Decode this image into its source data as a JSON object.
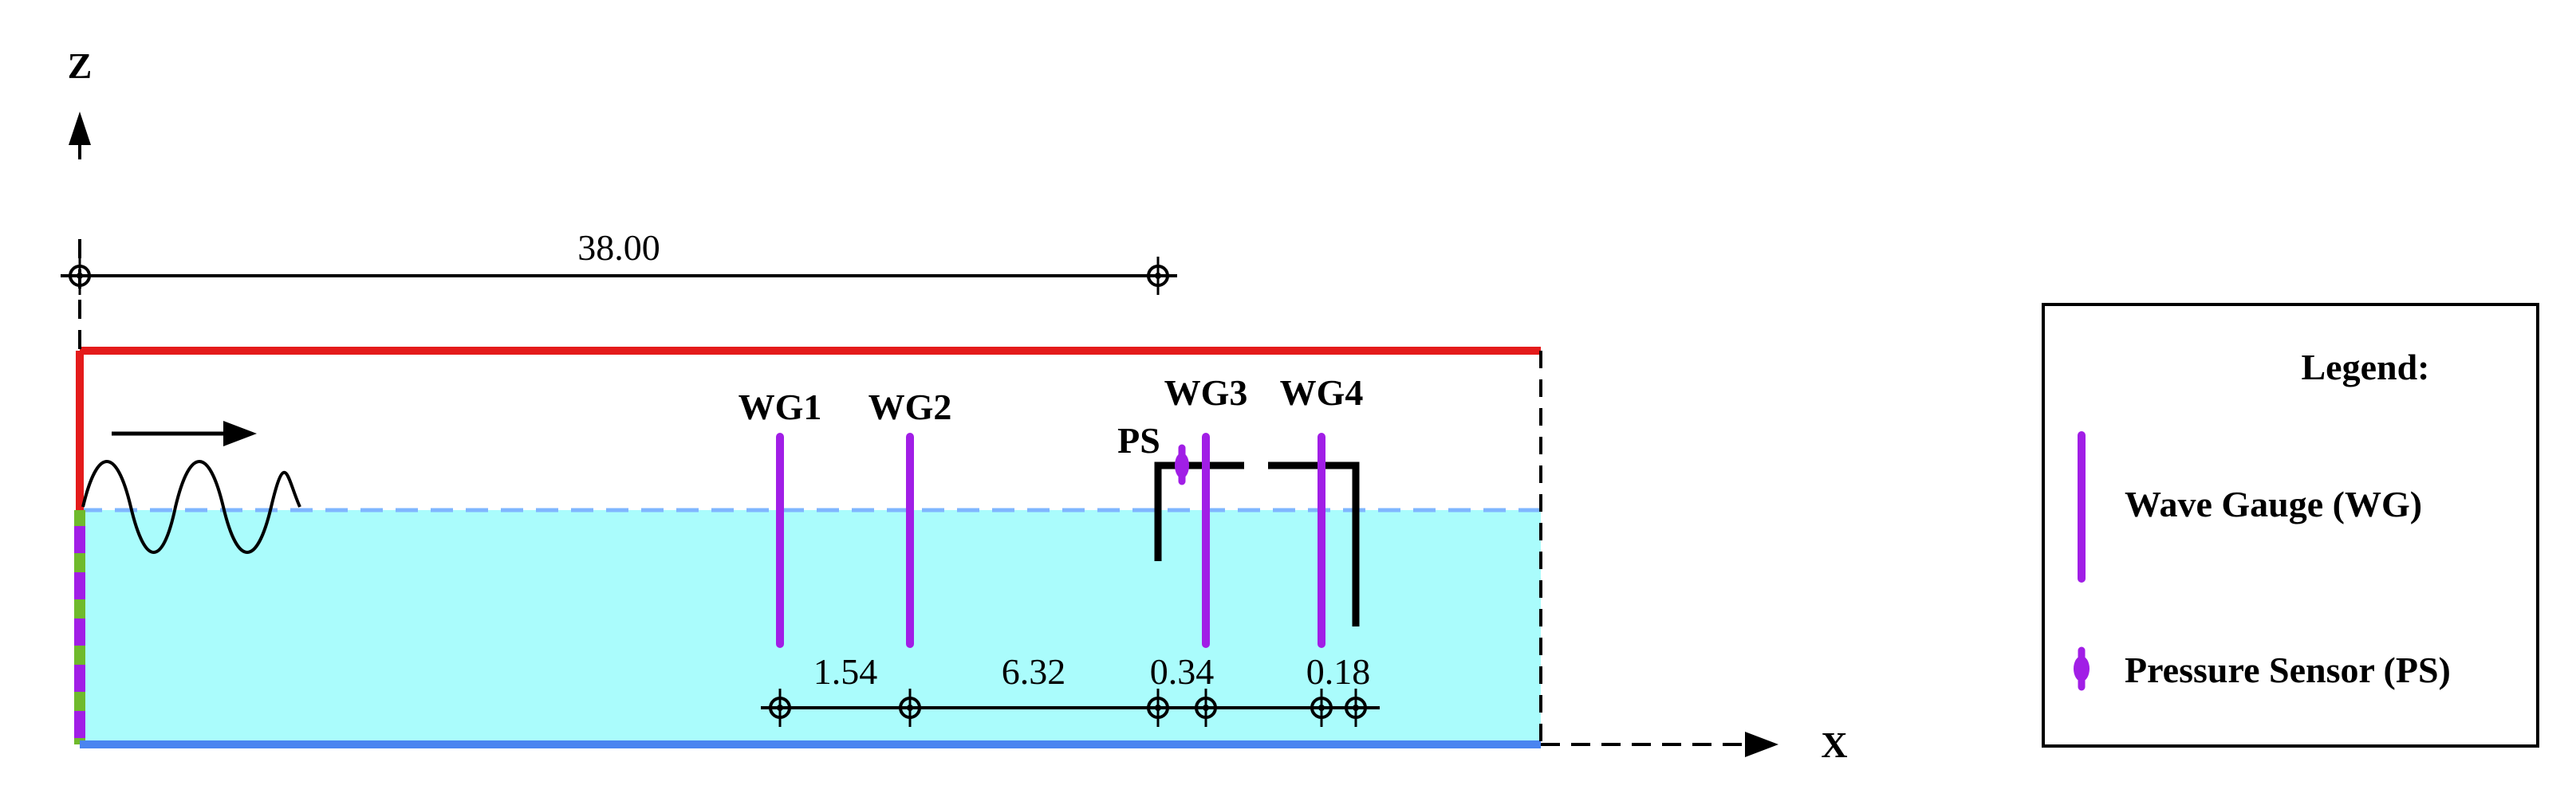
{
  "axes": {
    "x_label": "X",
    "z_label": "Z"
  },
  "top_dimension": "38.00",
  "gauges": [
    {
      "id": "wg1",
      "label": "WG1"
    },
    {
      "id": "wg2",
      "label": "WG2"
    },
    {
      "id": "wg3",
      "label": "WG3"
    },
    {
      "id": "wg4",
      "label": "WG4"
    }
  ],
  "pressure_sensor_label": "PS",
  "bottom_dimensions": [
    "1.54",
    "6.32",
    "0.34",
    "0.18"
  ],
  "legend": {
    "title": "Legend:",
    "items": [
      {
        "label": "Wave Gauge (WG)",
        "icon": "wave-gauge-icon"
      },
      {
        "label": "Pressure Sensor (PS)",
        "icon": "pressure-sensor-icon"
      }
    ]
  },
  "colors": {
    "water": "#aafcfc",
    "water_surface": "#7fb6ff",
    "top_wall": "#e41b1b",
    "bottom_wall": "#4a84f0",
    "wavemaker_green": "#6fba2c",
    "gauge": "#a11ee6",
    "structure": "#000000"
  }
}
